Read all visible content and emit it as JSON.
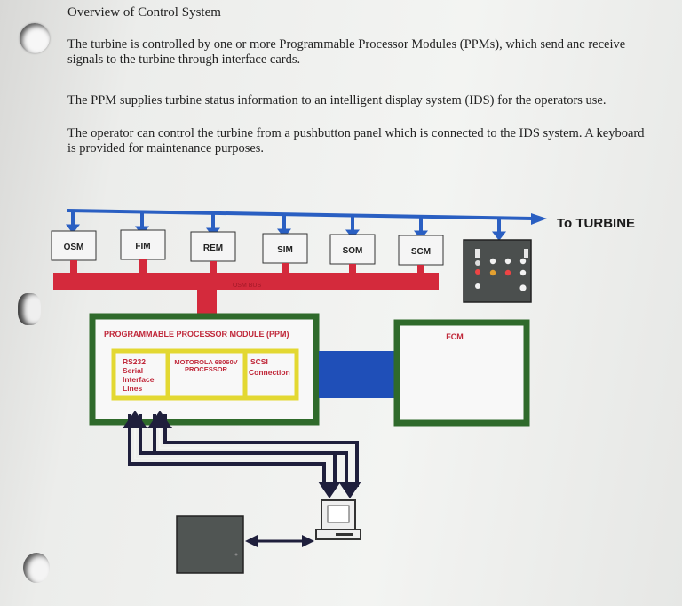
{
  "document": {
    "heading": "Overview of  Control System",
    "paragraph1": "The turbine is controlled by one or more Programmable Processor Modules (PPMs), which send anc receive signals to the turbine through interface cards.",
    "paragraph2": "The PPM supplies turbine status information to an intelligent display system (IDS) for the operators use.",
    "paragraph3": "The operator can control the turbine from a pushbutton  panel which is connected to the IDS system. A keyboard is provided  for maintenance purposes."
  },
  "diagram": {
    "turbine_label": "To TURBINE",
    "cards": [
      "OSM",
      "FIM",
      "REM",
      "SIM",
      "SOM",
      "SCM"
    ],
    "bus_label": "OSM BUS",
    "ppm_title": "PROGRAMMABLE PROCESSOR MODULE (PPM)",
    "rs232": [
      "RS232",
      "Serial",
      "Interface",
      "Lines"
    ],
    "processor": [
      "MOTOROLA 68060V",
      "PROCESSOR"
    ],
    "scsi": [
      "SCSI",
      "Connection"
    ],
    "fcm": "FCM",
    "colors": {
      "bus_red": "#d42a3c",
      "signal_blue": "#2a5fc2",
      "module_green": "#2f6a2b",
      "inner_yellow": "#e3d832",
      "link_navy": "#1f1f3c"
    }
  }
}
